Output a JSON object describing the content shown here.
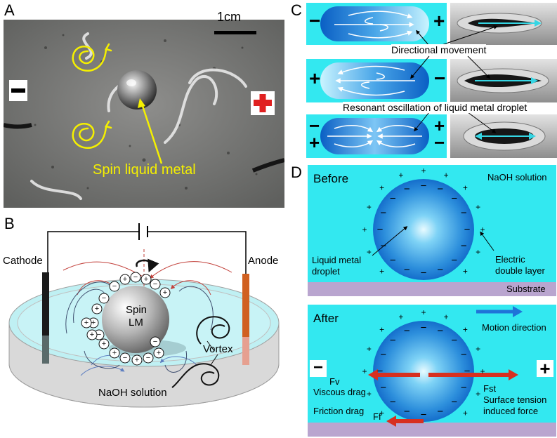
{
  "panel_a": {
    "letter": "A",
    "scale_label": "1cm",
    "minus_sign": "−",
    "plus_sign": "+",
    "caption": "Spin liquid metal"
  },
  "panel_b": {
    "letter": "B",
    "cathode": "Cathode",
    "anode": "Anode",
    "droplet_line1": "Spin",
    "droplet_line2": "LM",
    "vortex": "Vortex",
    "solution": "NaOH solution",
    "plus": "+",
    "minus": "−"
  },
  "panel_c": {
    "letter": "C",
    "directional": "Directional movement",
    "resonant": "Resonant oscillation of liquid metal droplet",
    "row1_left": "−",
    "row1_right": "+",
    "row2_left": "+",
    "row2_right": "−",
    "row3_left_top": "−",
    "row3_left_bottom": "+",
    "row3_right_top": "+",
    "row3_right_bottom": "−"
  },
  "panel_d": {
    "letter": "D",
    "before": {
      "title": "Before",
      "solution": "NaOH solution",
      "droplet_label_1": "Liquid metal",
      "droplet_label_2": "droplet",
      "edl_1": "Electric",
      "edl_2": "double layer",
      "substrate": "Substrate"
    },
    "after": {
      "title": "After",
      "motion": "Motion direction",
      "minus": "−",
      "plus": "+",
      "fv": "Fv",
      "viscous": "Viscous drag",
      "fst": "Fst",
      "surface_1": "Surface tension",
      "surface_2": "induced force",
      "friction": "Friction drag",
      "ff": "Ff"
    },
    "charge_plus": "+",
    "charge_minus": "−"
  },
  "colors": {
    "cyan_bg": "#33e8f0",
    "substrate": "#b9a5cf",
    "droplet_light": "#c9f4ff",
    "droplet_dark": "#0a5fc4",
    "arrow_red": "#d73020",
    "arrow_blue": "#1f74d8",
    "label_yellow": "#f5f000"
  }
}
